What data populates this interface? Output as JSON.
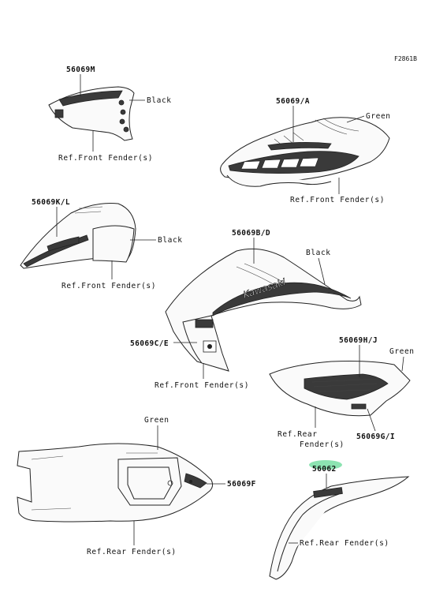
{
  "figure_id": "F2861B",
  "colors": {
    "line": "#222222",
    "highlight": "#7fe0a8"
  },
  "labels": {
    "p56069M": "56069M",
    "black_m": "Black",
    "ref_ff_m": "Ref.Front Fender(s)",
    "p56069A": "56069/A",
    "green_a": "Green",
    "ref_ff_a": "Ref.Front Fender(s)",
    "p56069KL": "56069K/L",
    "black_kl": "Black",
    "ref_ff_kl": "Ref.Front Fender(s)",
    "p56069BD": "56069B/D",
    "black_bd": "Black",
    "p56069CE": "56069C/E",
    "ref_ff_bd": "Ref.Front Fender(s)",
    "p56069HJ": "56069H/J",
    "green_hj": "Green",
    "ref_rf_hj_1": "Ref.Rear",
    "ref_rf_hj_2": "Fender(s)",
    "p56069GI": "56069G/I",
    "green_f": "Green",
    "p56069F": "56069F",
    "ref_rf_f": "Ref.Rear Fender(s)",
    "p56062": "56062",
    "ref_rf_62": "Ref.Rear Fender(s)"
  }
}
